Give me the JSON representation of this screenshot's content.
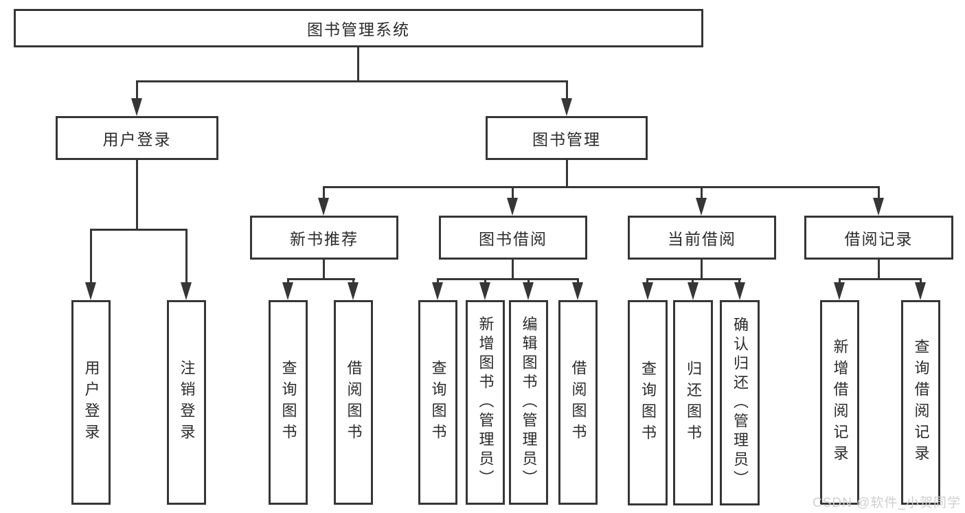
{
  "diagram": {
    "title": "图书管理系统",
    "colors": {
      "line": "#363636",
      "text": "#2b2b2b",
      "background": "#ffffff",
      "watermark": "#cfcfcf"
    },
    "root": {
      "label": "图书管理系统"
    },
    "level2": [
      {
        "label": "用户登录"
      },
      {
        "label": "图书管理"
      }
    ],
    "level3": [
      {
        "label": "新书推荐",
        "parent": "图书管理"
      },
      {
        "label": "图书借阅",
        "parent": "图书管理"
      },
      {
        "label": "当前借阅",
        "parent": "图书管理"
      },
      {
        "label": "借阅记录",
        "parent": "图书管理"
      }
    ],
    "leaves": [
      {
        "label": "用户登录",
        "parent": "用户登录"
      },
      {
        "label": "注销登录",
        "parent": "用户登录"
      },
      {
        "label": "查询图书",
        "parent": "新书推荐"
      },
      {
        "label": "借阅图书",
        "parent": "新书推荐"
      },
      {
        "label": "查询图书",
        "parent": "图书借阅"
      },
      {
        "label": "新增图书（管理员）",
        "parent": "图书借阅"
      },
      {
        "label": "编辑图书（管理员）",
        "parent": "图书借阅"
      },
      {
        "label": "借阅图书",
        "parent": "图书借阅"
      },
      {
        "label": "查询图书",
        "parent": "当前借阅"
      },
      {
        "label": "归还图书",
        "parent": "当前借阅"
      },
      {
        "label": "确认归还（管理员）",
        "parent": "当前借阅"
      },
      {
        "label": "新增借阅记录",
        "parent": "借阅记录"
      },
      {
        "label": "查询借阅记录",
        "parent": "借阅记录"
      }
    ],
    "watermark": {
      "text": "CSDN @软件_小贺同学"
    }
  }
}
